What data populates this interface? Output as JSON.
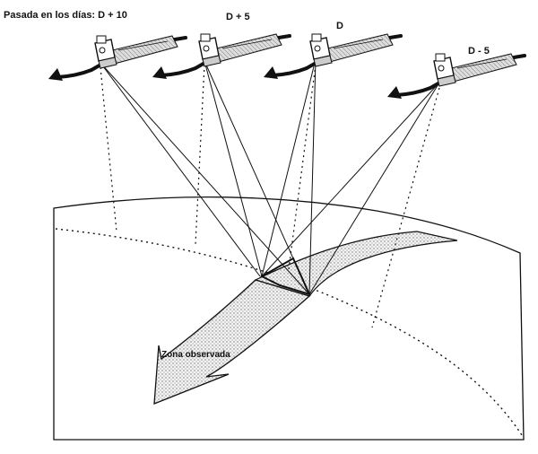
{
  "labels": {
    "pass_days": "Pasada en los días: D + 10",
    "d_plus_5": "D + 5",
    "d": "D",
    "d_minus_5": "D - 5",
    "observed_zone": "Zona observada"
  },
  "colors": {
    "ink": "#111111",
    "stipple": "#9a9a9a",
    "background": "#ffffff"
  }
}
